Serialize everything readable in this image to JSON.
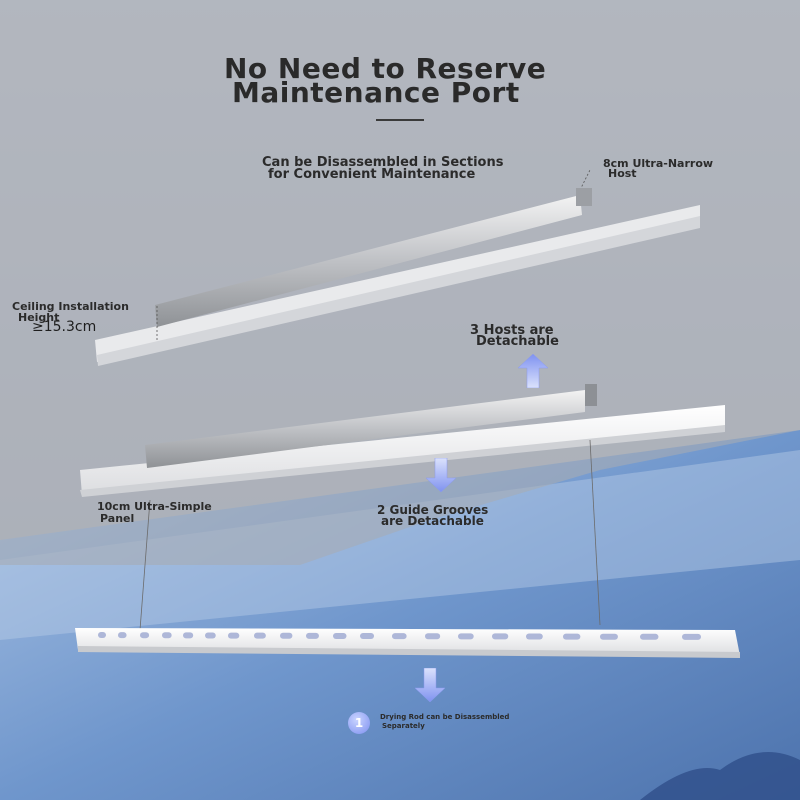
{
  "title": {
    "line1": "No Need to Reserve",
    "line2": "Maintenance Port"
  },
  "labels": {
    "disassemble_line1": "Can be Disassembled in Sections",
    "disassemble_line2": "for Convenient Maintenance",
    "narrow_host_line1": "8cm Ultra-Narrow",
    "narrow_host_line2": "Host",
    "ceiling_line1": "Ceiling Installation",
    "ceiling_line2": "Height",
    "ceiling_value": "≥15.3cm",
    "hosts_line1": "3 Hosts are",
    "hosts_line2": "Detachable",
    "panel_line1": "10cm Ultra-Simple",
    "panel_line2": "Panel",
    "grooves_line1": "2 Guide Grooves",
    "grooves_line2": "are Detachable",
    "rod_number": "1",
    "rod_line1": "Drying Rod can be Disassembled",
    "rod_line2": "Separately"
  },
  "colors": {
    "wall": "#b9bdc7",
    "ceiling": "#a9adb6",
    "sky": "#7ea2d2",
    "arrow": "#9aa8f2",
    "text": "#2b2b2b"
  }
}
